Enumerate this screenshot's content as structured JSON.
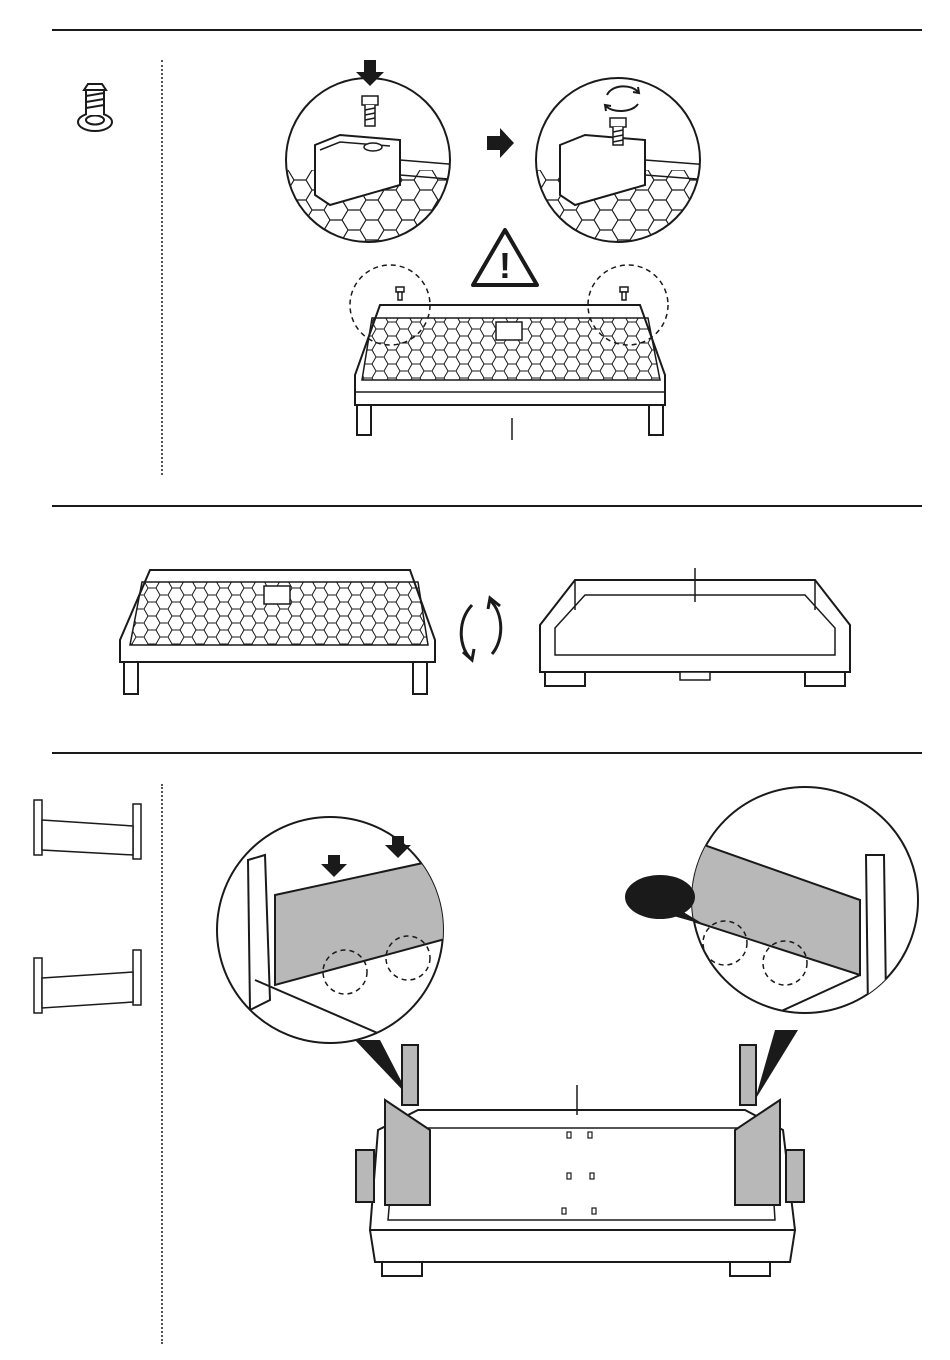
{
  "page": {
    "title": "",
    "sections": [
      {
        "id": "step-a",
        "parts_column": [
          {
            "icon": "screw-icon",
            "quantity": ""
          }
        ],
        "figures": [
          "screw-insert-detail",
          "screw-tighten-detail",
          "warning-triangle-icon",
          "base-with-two-screws"
        ],
        "note_label": "!"
      },
      {
        "id": "step-b",
        "figures": [
          "base-top-view",
          "rotate-arrows-icon",
          "base-flipped-view"
        ]
      },
      {
        "id": "step-c",
        "parts_column": [
          {
            "icon": "side-panel-left-icon",
            "quantity": ""
          },
          {
            "icon": "side-panel-right-icon",
            "quantity": ""
          }
        ],
        "figures": [
          "panel-insert-detail-left",
          "panel-insert-detail-right",
          "base-with-side-panels"
        ],
        "callout_text": ""
      }
    ]
  },
  "colors": {
    "ink": "#1a1a1a",
    "panel_fill": "#b8b8b8",
    "callout": "#1a1a1a"
  }
}
